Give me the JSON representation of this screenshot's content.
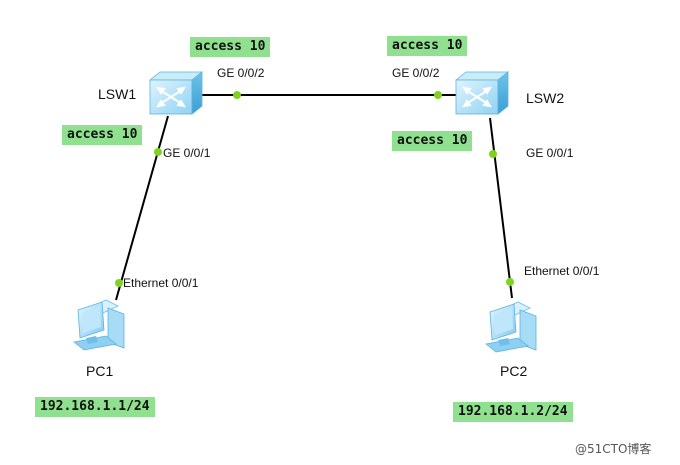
{
  "switches": [
    {
      "name": "LSW1",
      "icon": "switch-icon"
    },
    {
      "name": "LSW2",
      "icon": "switch-icon"
    }
  ],
  "pcs": [
    {
      "name": "PC1",
      "ip": "192.168.1.1/24",
      "icon": "pc-icon"
    },
    {
      "name": "PC2",
      "ip": "192.168.1.2/24",
      "icon": "pc-icon"
    }
  ],
  "ports": {
    "lsw1_ge002": "GE 0/0/2",
    "lsw2_ge002": "GE 0/0/2",
    "lsw1_ge001": "GE 0/0/1",
    "lsw2_ge001": "GE 0/0/1",
    "pc1_eth": "Ethernet 0/0/1",
    "pc2_eth": "Ethernet 0/0/1"
  },
  "vlan_tags": {
    "lsw1_ge002": "access 10",
    "lsw2_ge002": "access 10",
    "lsw1_ge001": "access 10",
    "lsw2_ge001": "access 10"
  },
  "watermark": "@51CTO博客",
  "colors": {
    "tag_bg": "#8fe08f",
    "link": "#000000",
    "port_dot": "#7ed321",
    "switch_body": "#9ad8f5"
  }
}
